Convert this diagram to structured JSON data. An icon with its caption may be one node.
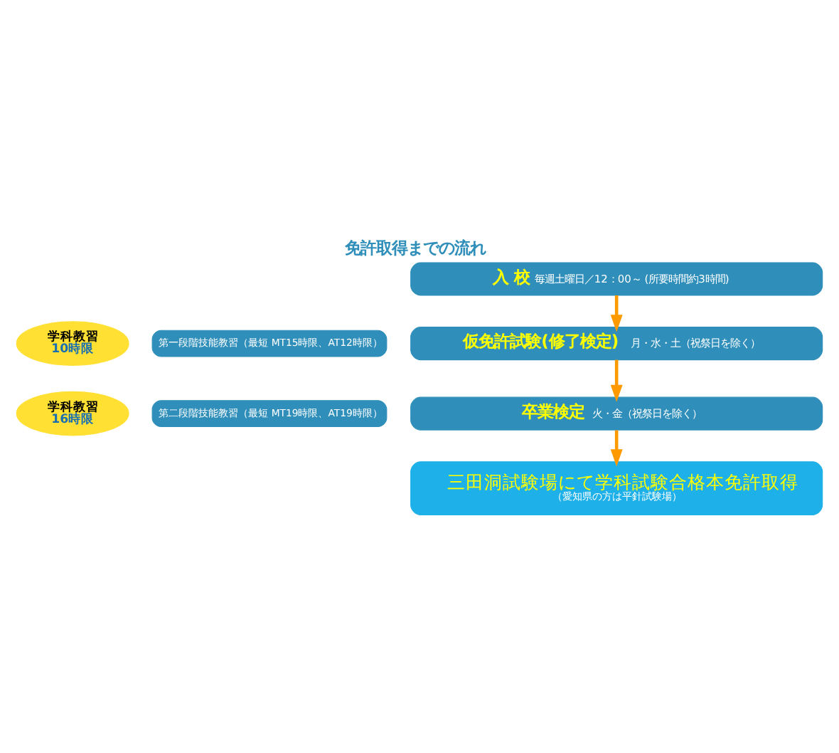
{
  "diagram": {
    "title": "免許取得までの流れ",
    "nodes": [
      {
        "text": [
          "入 校",
          "毎週土曜日／12：00～ (所要時間約3時間)"
        ]
      },
      {
        "text": [
          "学科教習",
          "10時限"
        ]
      },
      {
        "text": [
          "第一段階技能教習（最短 MT15時限、AT12時限）"
        ]
      },
      {
        "text": [
          "仮免許試験(修了検定)",
          "月・水・土（祝祭日を除く）"
        ]
      },
      {
        "text": [
          "学科教習",
          "16時限"
        ]
      },
      {
        "text": [
          "第二段階技能教習（最短 MT19時限、AT19時限）"
        ]
      },
      {
        "text": [
          "卒業検定",
          "火・金（祝祭日を除く）"
        ]
      },
      {
        "text": [
          "三田洞試験場にて学科試験合格本免許取得",
          "（愛知県の方は平針試験場）"
        ]
      }
    ],
    "edges": [
      {
        "from": 0,
        "to": 3,
        "arrow": "to"
      },
      {
        "from": 3,
        "to": 6,
        "arrow": "to"
      },
      {
        "from": 6,
        "to": 7,
        "arrow": "to"
      }
    ]
  }
}
